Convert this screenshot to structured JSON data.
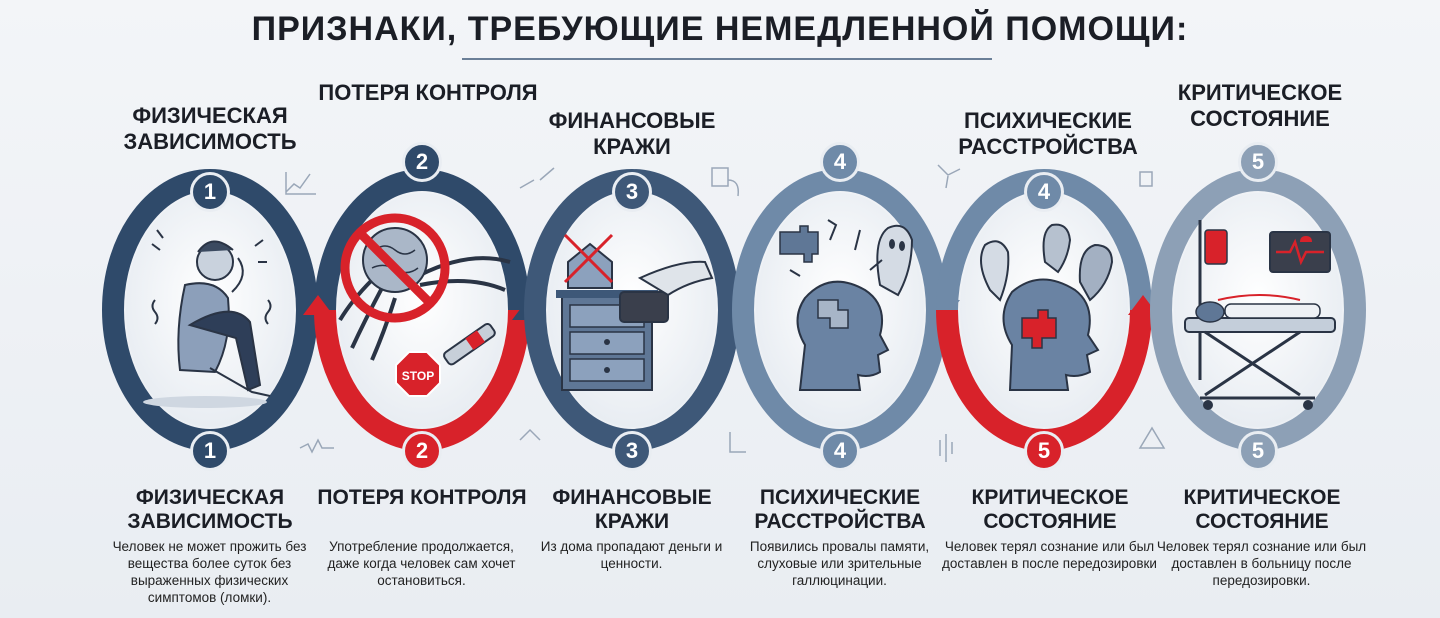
{
  "title": "ПРИЗНАКИ, ТРЕБУЮЩИЕ НЕМЕДЛЕННОЙ ПОМОЩИ:",
  "colors": {
    "navy": "#2f4a6a",
    "red": "#d8222a",
    "steel": "#6f8aa8",
    "gray": "#8da0b6",
    "text": "#1b1e26"
  },
  "panels": [
    {
      "top_label": "ФИЗИЧЕСКАЯ ЗАВИСИМОСТЬ",
      "top_number": "1",
      "bottom_number": "1",
      "bottom_title": "ФИЗИЧЕСКАЯ ЗАВИСИМОСТЬ",
      "description": "Человек не может прожить без вещества более суток без выраженных физических симптомов (ломки).",
      "icon": "distressed-person-icon"
    },
    {
      "top_label": "ПОТЕРЯ КОНТРОЛЯ",
      "top_number": "2",
      "bottom_number": "2",
      "bottom_title": "ПОТЕРЯ КОНТРОЛЯ",
      "description": "Употребление продолжается, даже когда человек сам хочет остановиться.",
      "icon": "crossed-brain-icon",
      "sign_text": "STOP"
    },
    {
      "top_label": "ФИНАНСОВЫЕ КРАЖИ",
      "top_number": "3",
      "bottom_number": "3",
      "bottom_title": "ФИНАНСОВЫЕ КРАЖИ",
      "description": "Из дома пропадают деньги и ценности.",
      "icon": "stolen-wallet-icon"
    },
    {
      "top_label": "",
      "top_number": "4",
      "bottom_number": "4",
      "bottom_title": "ПСИХИЧЕСКИЕ РАССТРОЙСТВА",
      "description": "Появились провалы памяти, слуховые или зрительные галлюцинации.",
      "icon": "puzzle-head-icon"
    },
    {
      "top_label": "ПСИХИЧЕСКИЕ РАССТРОЙСТВА",
      "top_number": "4",
      "bottom_number": "5",
      "bottom_title": "КРИТИЧЕСКОЕ СОСТОЯНИЕ",
      "description": "Человек терял сознание или был доставлен в после передозировки",
      "icon": "hallucination-head-icon"
    },
    {
      "top_label": "КРИТИЧЕСКОЕ СОСТОЯНИЕ",
      "top_number": "5",
      "bottom_number": "5",
      "bottom_title": "КРИТИЧЕСКОЕ СОСТОЯНИЕ",
      "description": "Человек терял сознание или был доставлен в больницу после передозировки.",
      "icon": "hospital-bed-icon"
    }
  ]
}
